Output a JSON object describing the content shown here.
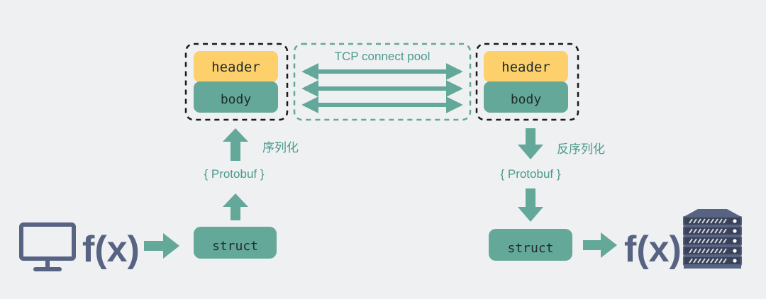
{
  "colors": {
    "background": "#eff0f2",
    "teal": "#64a899",
    "teal_dark_text": "#1f2d2a",
    "teal_label": "#4a9a8a",
    "header_yellow": "#fdd06c",
    "icon_slate": "#586383",
    "server_dark": "#3a4257"
  },
  "client": {
    "computer_icon": "monitor-icon",
    "function_label": "f(x)",
    "struct_label": "struct",
    "format_label": "{ Protobuf }",
    "serialize_label": "序列化",
    "packet": {
      "header_label": "header",
      "body_label": "body"
    }
  },
  "channel": {
    "title": "TCP connect pool",
    "arrow_icon": "double-arrow-icon"
  },
  "server": {
    "packet": {
      "header_label": "header",
      "body_label": "body"
    },
    "deserialize_label": "反序列化",
    "format_label": "{ Protobuf }",
    "struct_label": "struct",
    "function_label": "f(x)",
    "server_icon": "server-rack-icon"
  }
}
